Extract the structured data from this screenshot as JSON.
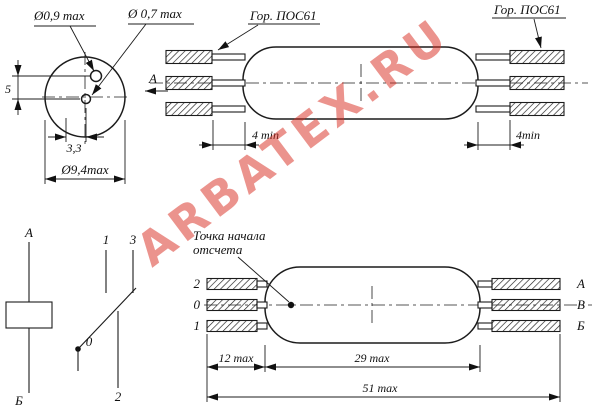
{
  "watermark": {
    "text": "ARBATEX.RU",
    "color": "#d92a1e"
  },
  "end_view": {
    "pin_dia_1": "Ø0,9 max",
    "pin_dia_2": "Ø 0,7 max",
    "pin_pitch_v": "5",
    "pin_pitch_h": "3,3",
    "body_dia": "Ø9,4max",
    "view_label": "А"
  },
  "top_view": {
    "solder_note_left": "Гор. ПОС61",
    "solder_note_right": "Гор. ПОС61",
    "solder_clearance_left": "4 min",
    "solder_clearance_right": "4min"
  },
  "schematic": {
    "heater_top": "А",
    "heater_bottom": "Б",
    "pin1": "1",
    "pin3": "3",
    "pin0": "0",
    "pin2": "2"
  },
  "bottom_view": {
    "ref_note_line1": "Точка начала",
    "ref_note_line2": "отсчета",
    "left_pins": [
      "2",
      "0",
      "1"
    ],
    "right_pins": [
      "А",
      "В",
      "Б"
    ],
    "dim_lead": "12 max",
    "dim_body": "29 max",
    "dim_overall": "51 max"
  }
}
